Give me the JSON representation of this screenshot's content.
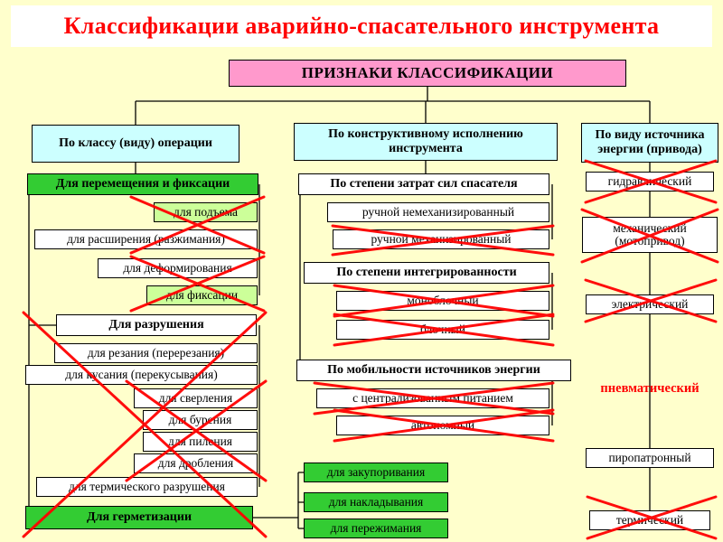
{
  "title": "Классификации аварийно-спасательного инструмента",
  "root_label": "ПРИЗНАКИ КЛАССИФИКАЦИИ",
  "left": {
    "header": "По классу (виду) операции",
    "group1": {
      "label": "Для перемещения и фиксации",
      "items": [
        "для подъема",
        "для расширения (разжимания)",
        "для деформирования",
        "для фиксации"
      ]
    },
    "group2": {
      "label": "Для разрушения",
      "items": [
        "для резания (перерезания)",
        "для кусания (перекусывания)",
        "для сверления",
        "для бурения",
        "для пиления",
        "для дробления",
        "для термического разрушения"
      ]
    },
    "group3": {
      "label": "Для герметизации",
      "items": [
        "для закупоривания",
        "для накладывания",
        "для пережимания"
      ]
    }
  },
  "middle": {
    "header": "По конструктивному исполнению инструмента",
    "group1": {
      "label": "По степени затрат сил спасателя",
      "items": [
        "ручной немеханизированный",
        "ручной механизированный"
      ]
    },
    "group2": {
      "label": "По степени интегрированности",
      "items": [
        "моноблочный",
        "блочный"
      ]
    },
    "group3": {
      "label": "По мобильности источников энергии",
      "items": [
        "с централизованным питанием",
        "автономный"
      ]
    }
  },
  "right": {
    "header": "По виду источника энергии (привода)",
    "items": [
      "гидравлический",
      "механический (мотопривод)",
      "электрический",
      "пневматический",
      "пиропатронный",
      "термический"
    ]
  },
  "crossed_out": [
    "для подъема",
    "для расширения (разжимания)",
    "для деформирования",
    "для фиксации",
    "Для разрушения",
    "для резания (перерезания)",
    "для кусания (перекусывания)",
    "для сверления",
    "для бурения",
    "для пиления",
    "для дробления",
    "для термического разрушения",
    "ручной механизированный",
    "моноблочный",
    "блочный",
    "с централизованным питанием",
    "автономный",
    "гидравлический",
    "механический (мотопривод)",
    "электрический",
    "термический"
  ],
  "highlighted_red": [
    "пневматический"
  ],
  "colors": {
    "background": "#FFFFCC",
    "title_red": "#FF0000",
    "root_pink": "#FF99CC",
    "header_cyan": "#CCFFFF",
    "selected_green": "#33CC33",
    "pale_green": "#CCFF99",
    "cross_red": "#FF0000",
    "box_white": "#FFFFFF",
    "line_black": "#000000"
  }
}
